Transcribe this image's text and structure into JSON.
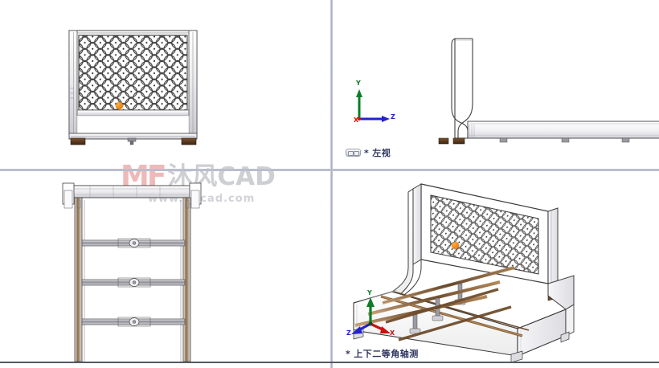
{
  "app": {
    "background": "#ffffff",
    "splitter_color": "#a9adc0",
    "accent_origin_color": "#f07d0a"
  },
  "viewports": [
    {
      "id": "front",
      "name": "front-view",
      "label": "",
      "label_prefix": "",
      "has_label": false,
      "has_triad": false
    },
    {
      "id": "left",
      "name": "left-view",
      "label": "左视",
      "label_prefix": "*",
      "has_label": true,
      "has_triad": true
    },
    {
      "id": "top",
      "name": "top-view",
      "label": "",
      "label_prefix": "",
      "has_label": false,
      "has_triad": false
    },
    {
      "id": "iso",
      "name": "isometric-view",
      "label": "上下二等角轴测",
      "label_prefix": "*",
      "has_label": true,
      "has_triad": true
    }
  ],
  "labels": {
    "left_view": "左视",
    "left_view_full": "*左视",
    "iso_view": "上下二等角轴测",
    "iso_view_full": "*上下二等角轴测",
    "star": "*"
  },
  "triads": {
    "left": {
      "axes": [
        {
          "name": "Y",
          "color": "#0a7d28",
          "direction": "up"
        },
        {
          "name": "Z",
          "color": "#2222cc",
          "direction": "right"
        },
        {
          "name": "X",
          "color": "#cc1111",
          "direction": "origin"
        }
      ]
    },
    "iso": {
      "axes": [
        {
          "name": "Y",
          "color": "#0a7d28",
          "direction": "up"
        },
        {
          "name": "X",
          "color": "#cc1111",
          "direction": "down-right"
        },
        {
          "name": "Z",
          "color": "#2222cc",
          "direction": "down-left"
        }
      ]
    }
  },
  "watermark": {
    "logo": "MF",
    "brand_cn": "沐风CAD",
    "url": "www.mfcad.com",
    "logo_color": "#d9534f",
    "text_color": "#8b8f99"
  },
  "model": {
    "subject": "upholstered-bed-frame",
    "parts": [
      "tufted-headboard",
      "side-rails",
      "foot-rail",
      "cross-slats",
      "center-support-legs",
      "corner-feet"
    ],
    "headboard_tufting": {
      "rows": 6,
      "columns": 10,
      "pattern": "diamond-button"
    },
    "slat_count": 3,
    "feet_color": "#5a3c22",
    "frame_stroke": "#3a3a3a"
  }
}
